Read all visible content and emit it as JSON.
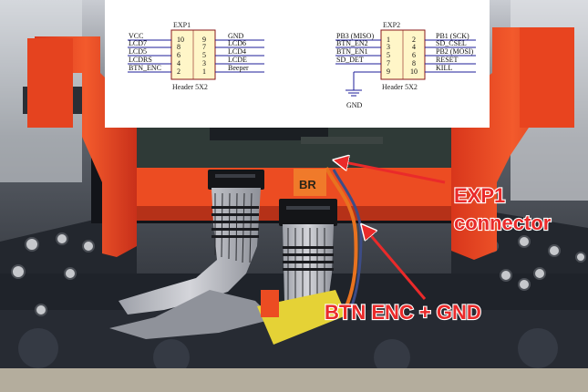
{
  "schematic": {
    "exp1": {
      "title": "EXP1",
      "footer": "Header 5X2",
      "left_labels": [
        "VCC",
        "LCD7",
        "LCD5",
        "LCDRS",
        "BTN_ENC"
      ],
      "left_pins": [
        "10",
        "8",
        "6",
        "4",
        "2"
      ],
      "right_pins": [
        "9",
        "7",
        "5",
        "3",
        "1"
      ],
      "right_labels": [
        "GND",
        "LCD6",
        "LCD4",
        "LCDE",
        "Beeper"
      ]
    },
    "exp2": {
      "title": "EXP2",
      "footer": "Header 5X2",
      "left_labels": [
        "PB3 (MISO)",
        "BTN_EN2",
        "BTN_EN1",
        "SD_DET",
        ""
      ],
      "left_pins": [
        "1",
        "3",
        "5",
        "7",
        "9"
      ],
      "right_pins": [
        "2",
        "4",
        "6",
        "8",
        "10"
      ],
      "right_labels": [
        "PB1 (SCK)",
        "SD_CSEL",
        "PB2 (MOSI)",
        "RESET",
        "KILL"
      ],
      "ground_label": "GND"
    }
  },
  "annotations": {
    "exp1_line1": "EXP1",
    "exp1_line2": "connector",
    "btn_enc": "BTN ENC + GND"
  },
  "photo_text": {
    "marker": "BR"
  },
  "colors": {
    "orange_part": "#f04e23",
    "frame": "#1c2027",
    "ribbon_cable": "#b7b7bd",
    "callout": "#ea2a2a"
  }
}
